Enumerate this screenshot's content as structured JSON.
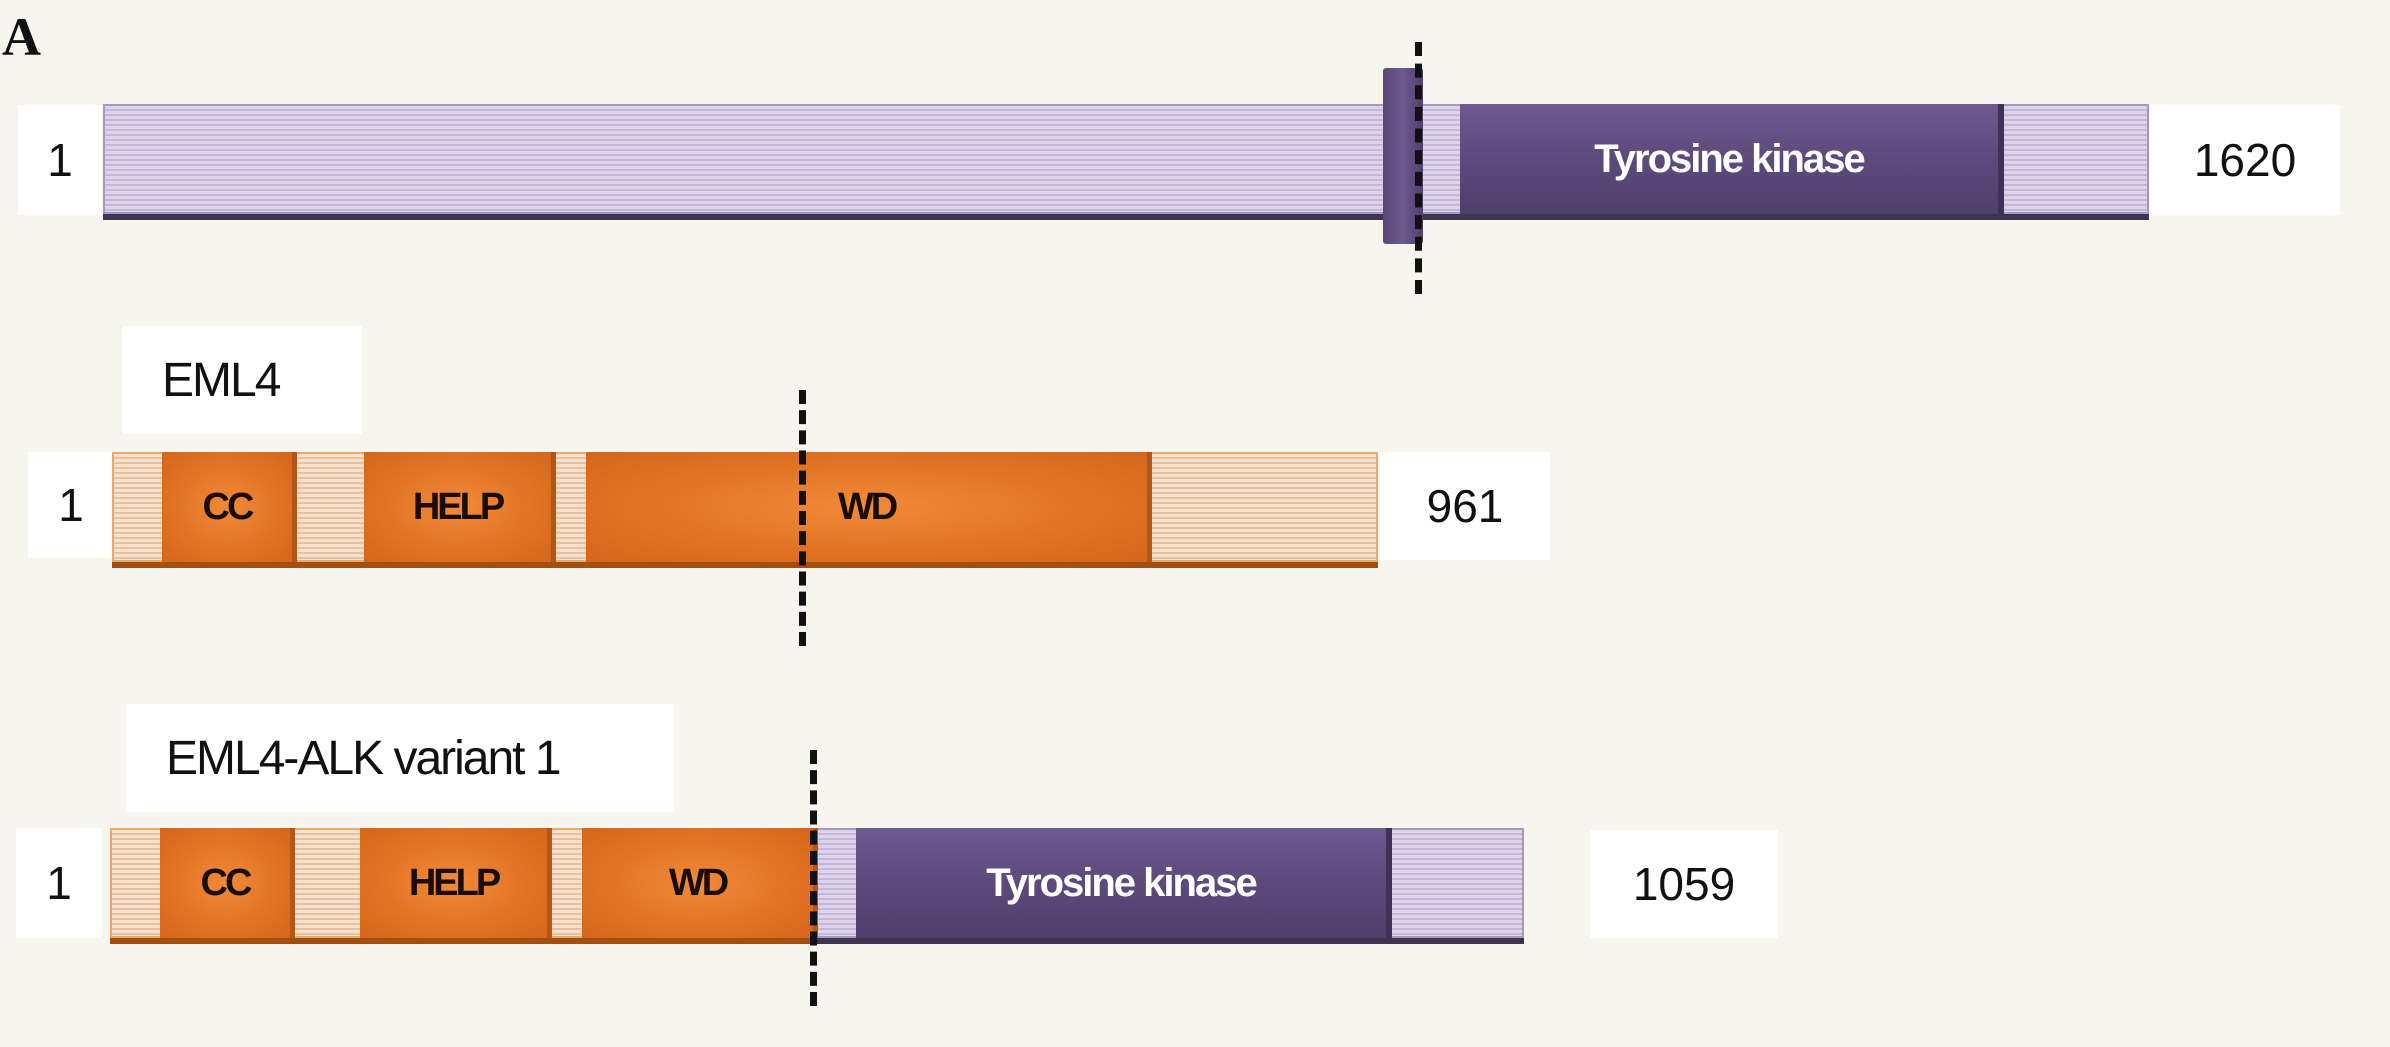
{
  "panel_label": "A",
  "rows": {
    "alk": {
      "start": "1",
      "end": "1620",
      "domains": {
        "kinase": "Tyrosine kinase"
      }
    },
    "eml4": {
      "name": "EML4",
      "start": "1",
      "end": "961",
      "domains": {
        "cc": "CC",
        "help": "HELP",
        "wd": "WD"
      }
    },
    "fusion": {
      "name": "EML4-ALK variant 1",
      "start": "1",
      "end": "1059",
      "domains": {
        "cc": "CC",
        "help": "HELP",
        "wd": "WD",
        "kinase": "Tyrosine kinase"
      }
    }
  },
  "colors": {
    "alk_purple": "#5c4a7c",
    "eml4_orange": "#e07222",
    "background": "#f6f5ee"
  }
}
